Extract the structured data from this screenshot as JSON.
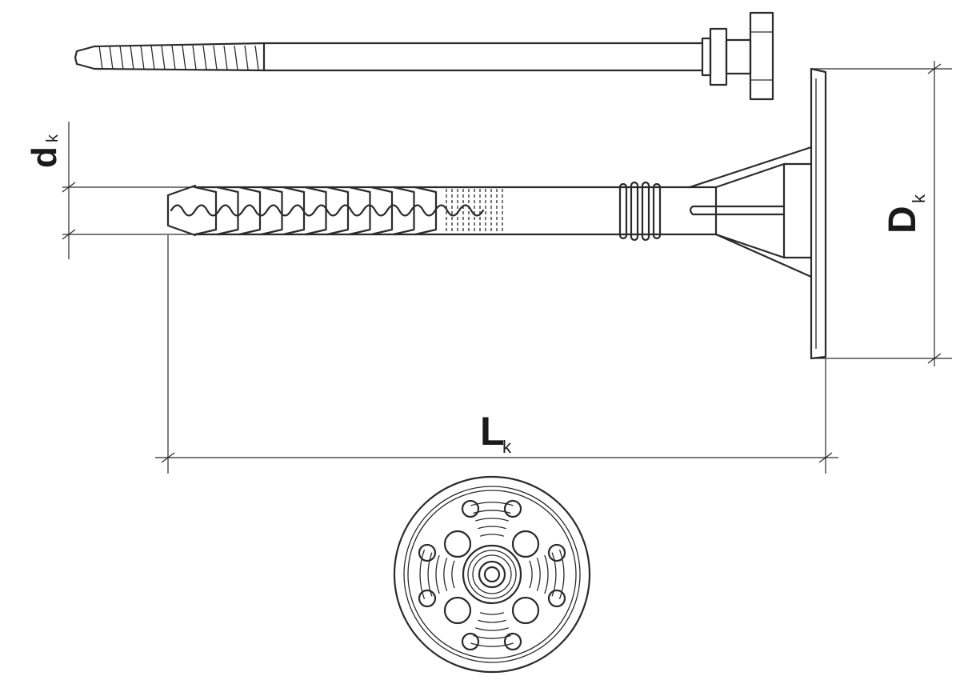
{
  "labels": {
    "d_main": "d",
    "d_sub": "k",
    "D_main": "D",
    "D_sub": "k",
    "L_main": "L",
    "L_sub": "k"
  },
  "colors": {
    "line": "#2a2a2a",
    "background": "#ffffff"
  }
}
